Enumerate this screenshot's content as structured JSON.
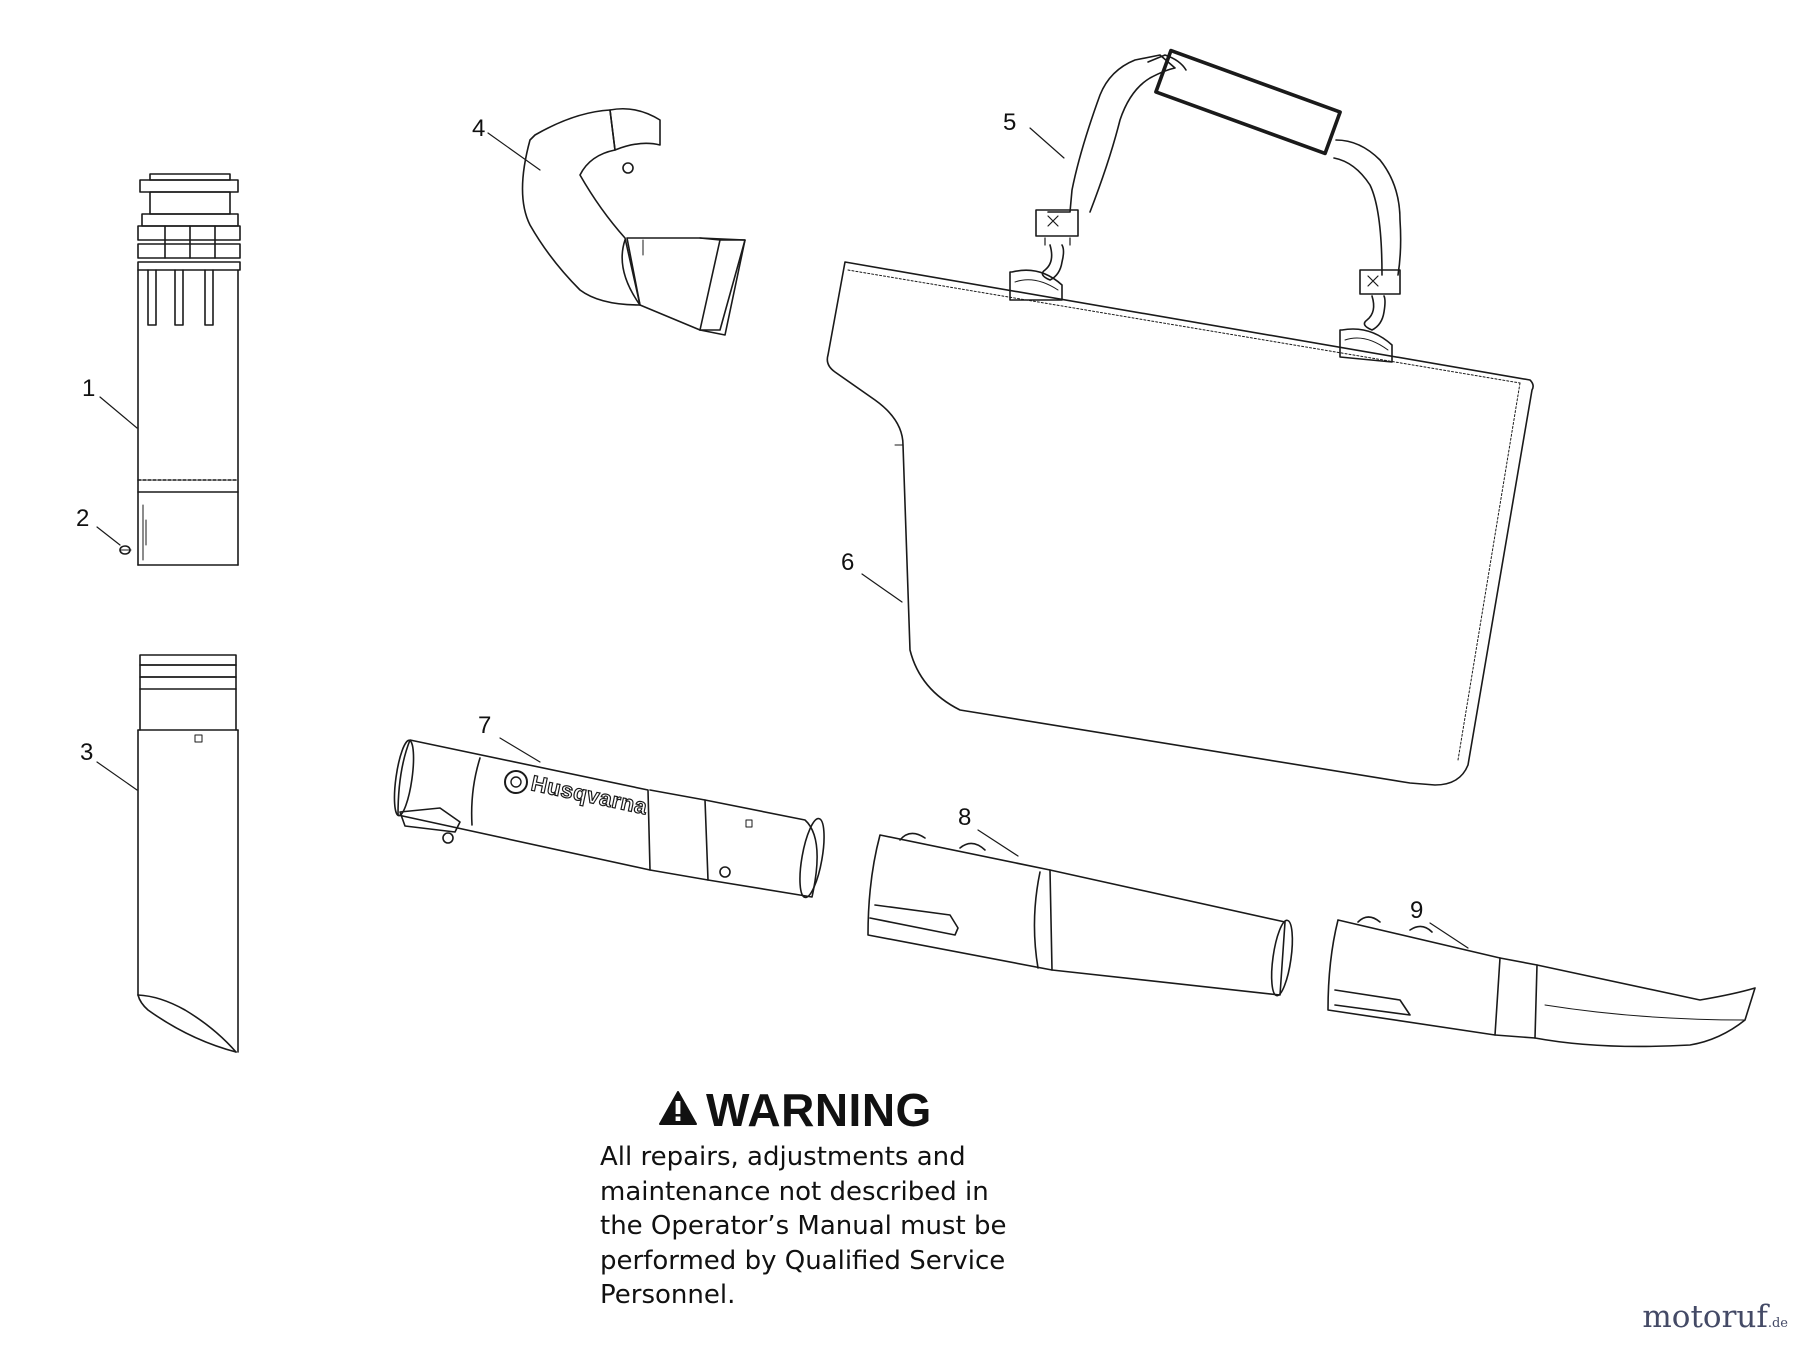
{
  "callouts": [
    "1",
    "2",
    "3",
    "4",
    "5",
    "6",
    "7",
    "8",
    "9"
  ],
  "part_7_logo": "Husqvarna",
  "warning": {
    "title": "WARNING",
    "lines": [
      "All repairs, adjustments and",
      "maintenance not described in",
      "the Operator’s Manual must be",
      "performed by Qualified Service",
      "Personnel."
    ]
  },
  "watermark": {
    "main": "motoruf",
    "suffix": ".de"
  },
  "colors": {
    "line": "#1a1a1a",
    "brand": "#444a66",
    "brand_accent": "#c98a1e"
  }
}
